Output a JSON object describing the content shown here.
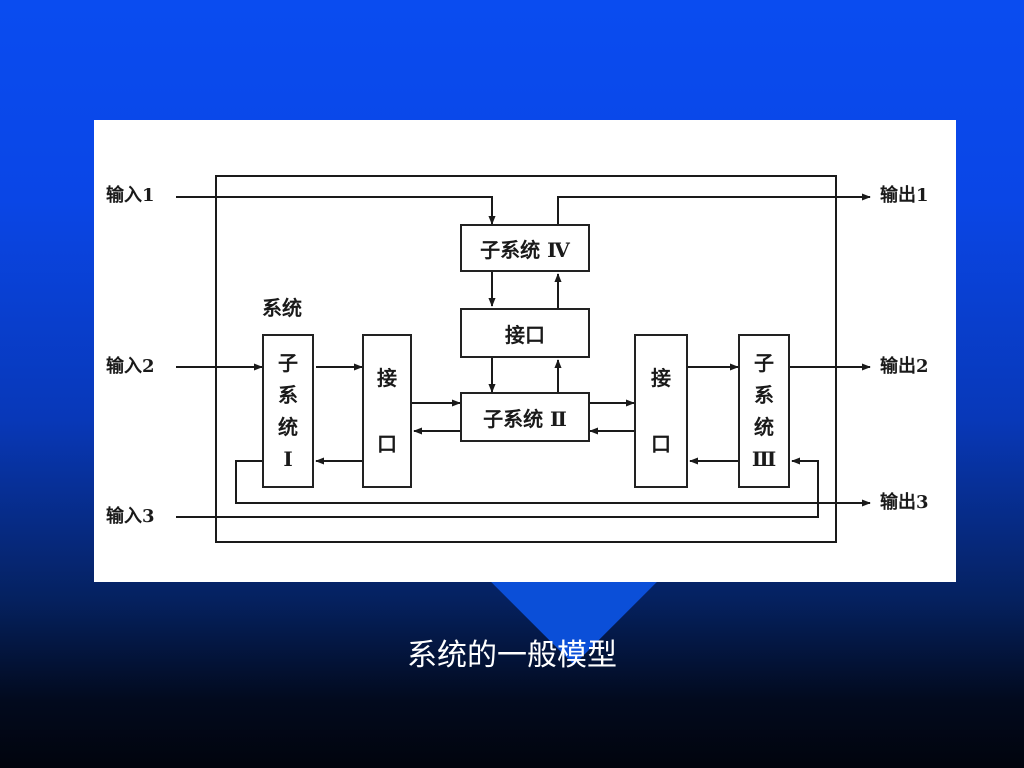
{
  "diagram": {
    "inputs": [
      "输入1",
      "输入2",
      "输入3"
    ],
    "outputs": [
      "输出1",
      "输出2",
      "输出3"
    ],
    "subsystem_label": "系统",
    "subsystem_1": [
      "子",
      "系",
      "统",
      "I"
    ],
    "subsystem_2": "子系统 Ⅱ",
    "subsystem_3": [
      "子",
      "系",
      "统",
      "Ⅲ"
    ],
    "subsystem_4": "子系统 Ⅳ",
    "interface_top": "接口",
    "interface_left": [
      "接",
      "口"
    ],
    "interface_right": [
      "接",
      "口"
    ]
  },
  "caption": "系统的一般模型",
  "colors": {
    "background_top": "#0a4cf0",
    "background_bottom": "#01040d",
    "panel": "#ffffff",
    "ink": "#1a1a1a"
  }
}
